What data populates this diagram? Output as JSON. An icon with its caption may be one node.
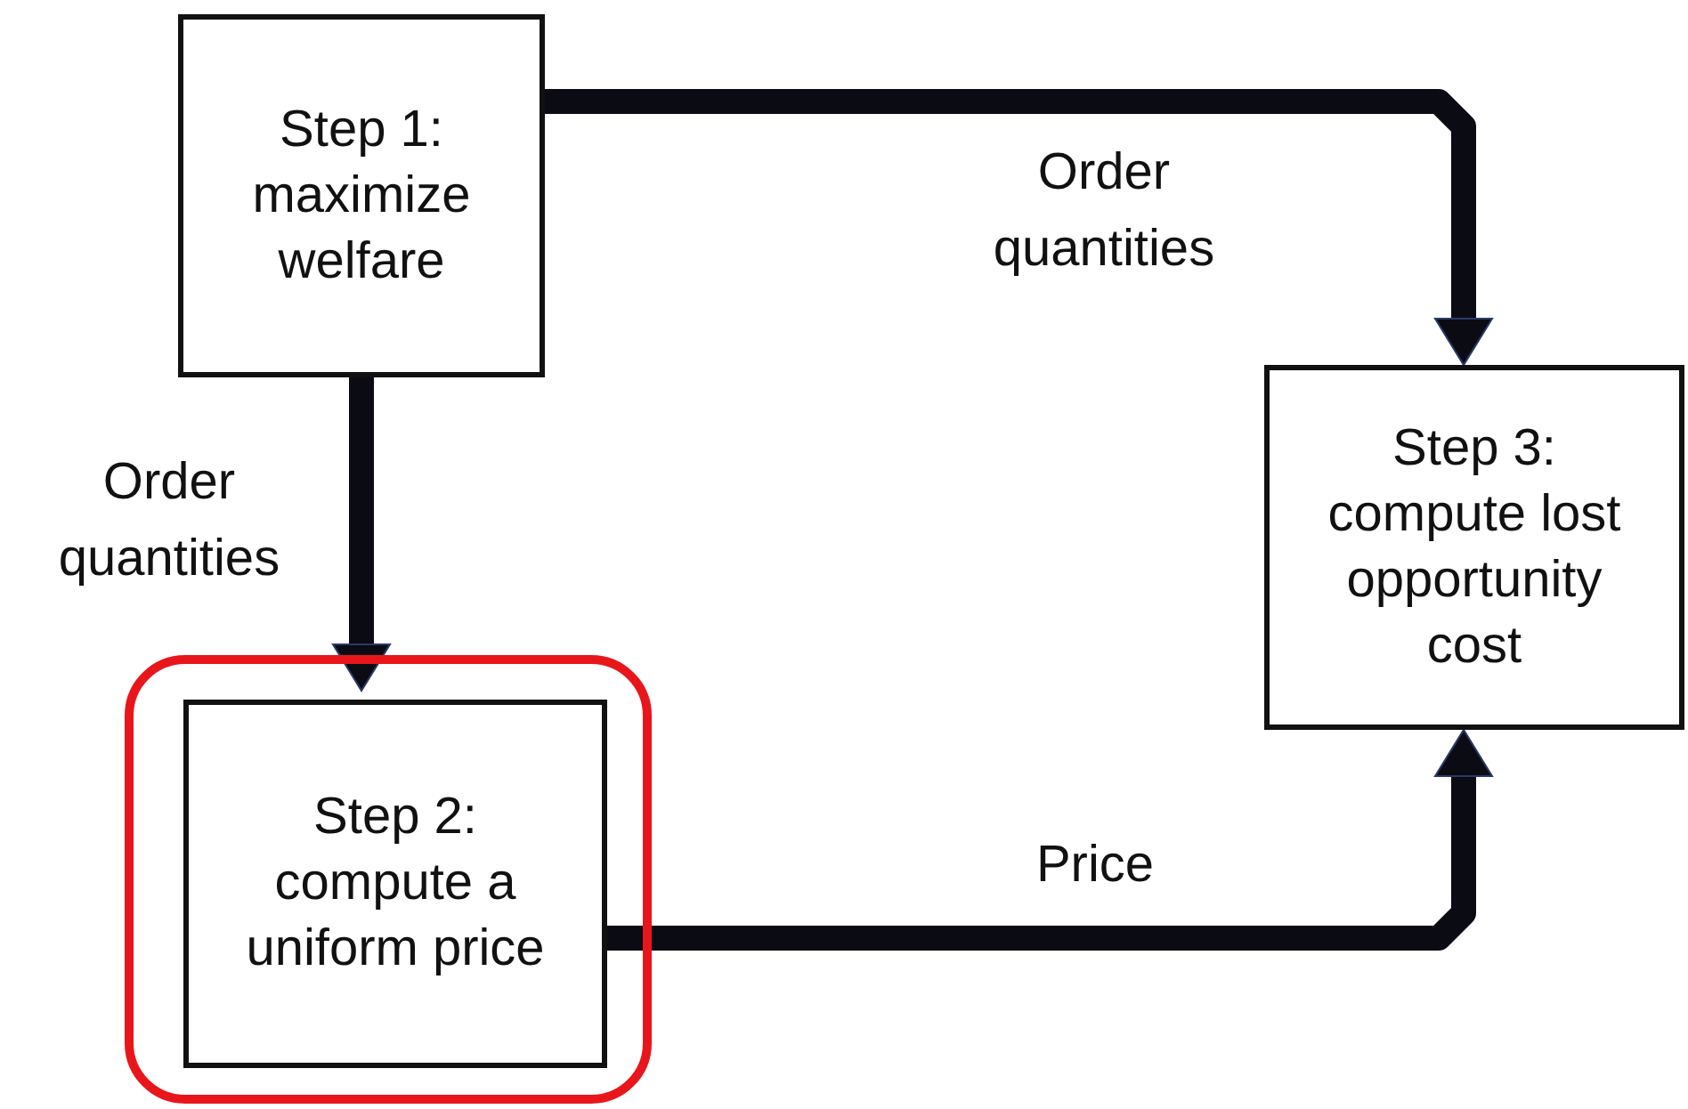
{
  "diagram": {
    "nodes": [
      {
        "text": [
          "Step 1: maximize welfare"
        ]
      },
      {
        "text": [],
        "shape": "box"
      },
      {
        "text": [
          "Step 2: compute a uniform price"
        ],
        "in": 1
      },
      {
        "text": [
          "Step 3: compute lost opportunity cost"
        ]
      }
    ],
    "edges": [
      {
        "from": 0,
        "to": 2,
        "arrow": "to",
        "label": "Order quantities"
      },
      {
        "from": 0,
        "to": 3,
        "arrow": "to",
        "label": "Order quantities"
      },
      {
        "from": 2,
        "to": 3,
        "arrow": "to",
        "label": "Price"
      }
    ]
  }
}
